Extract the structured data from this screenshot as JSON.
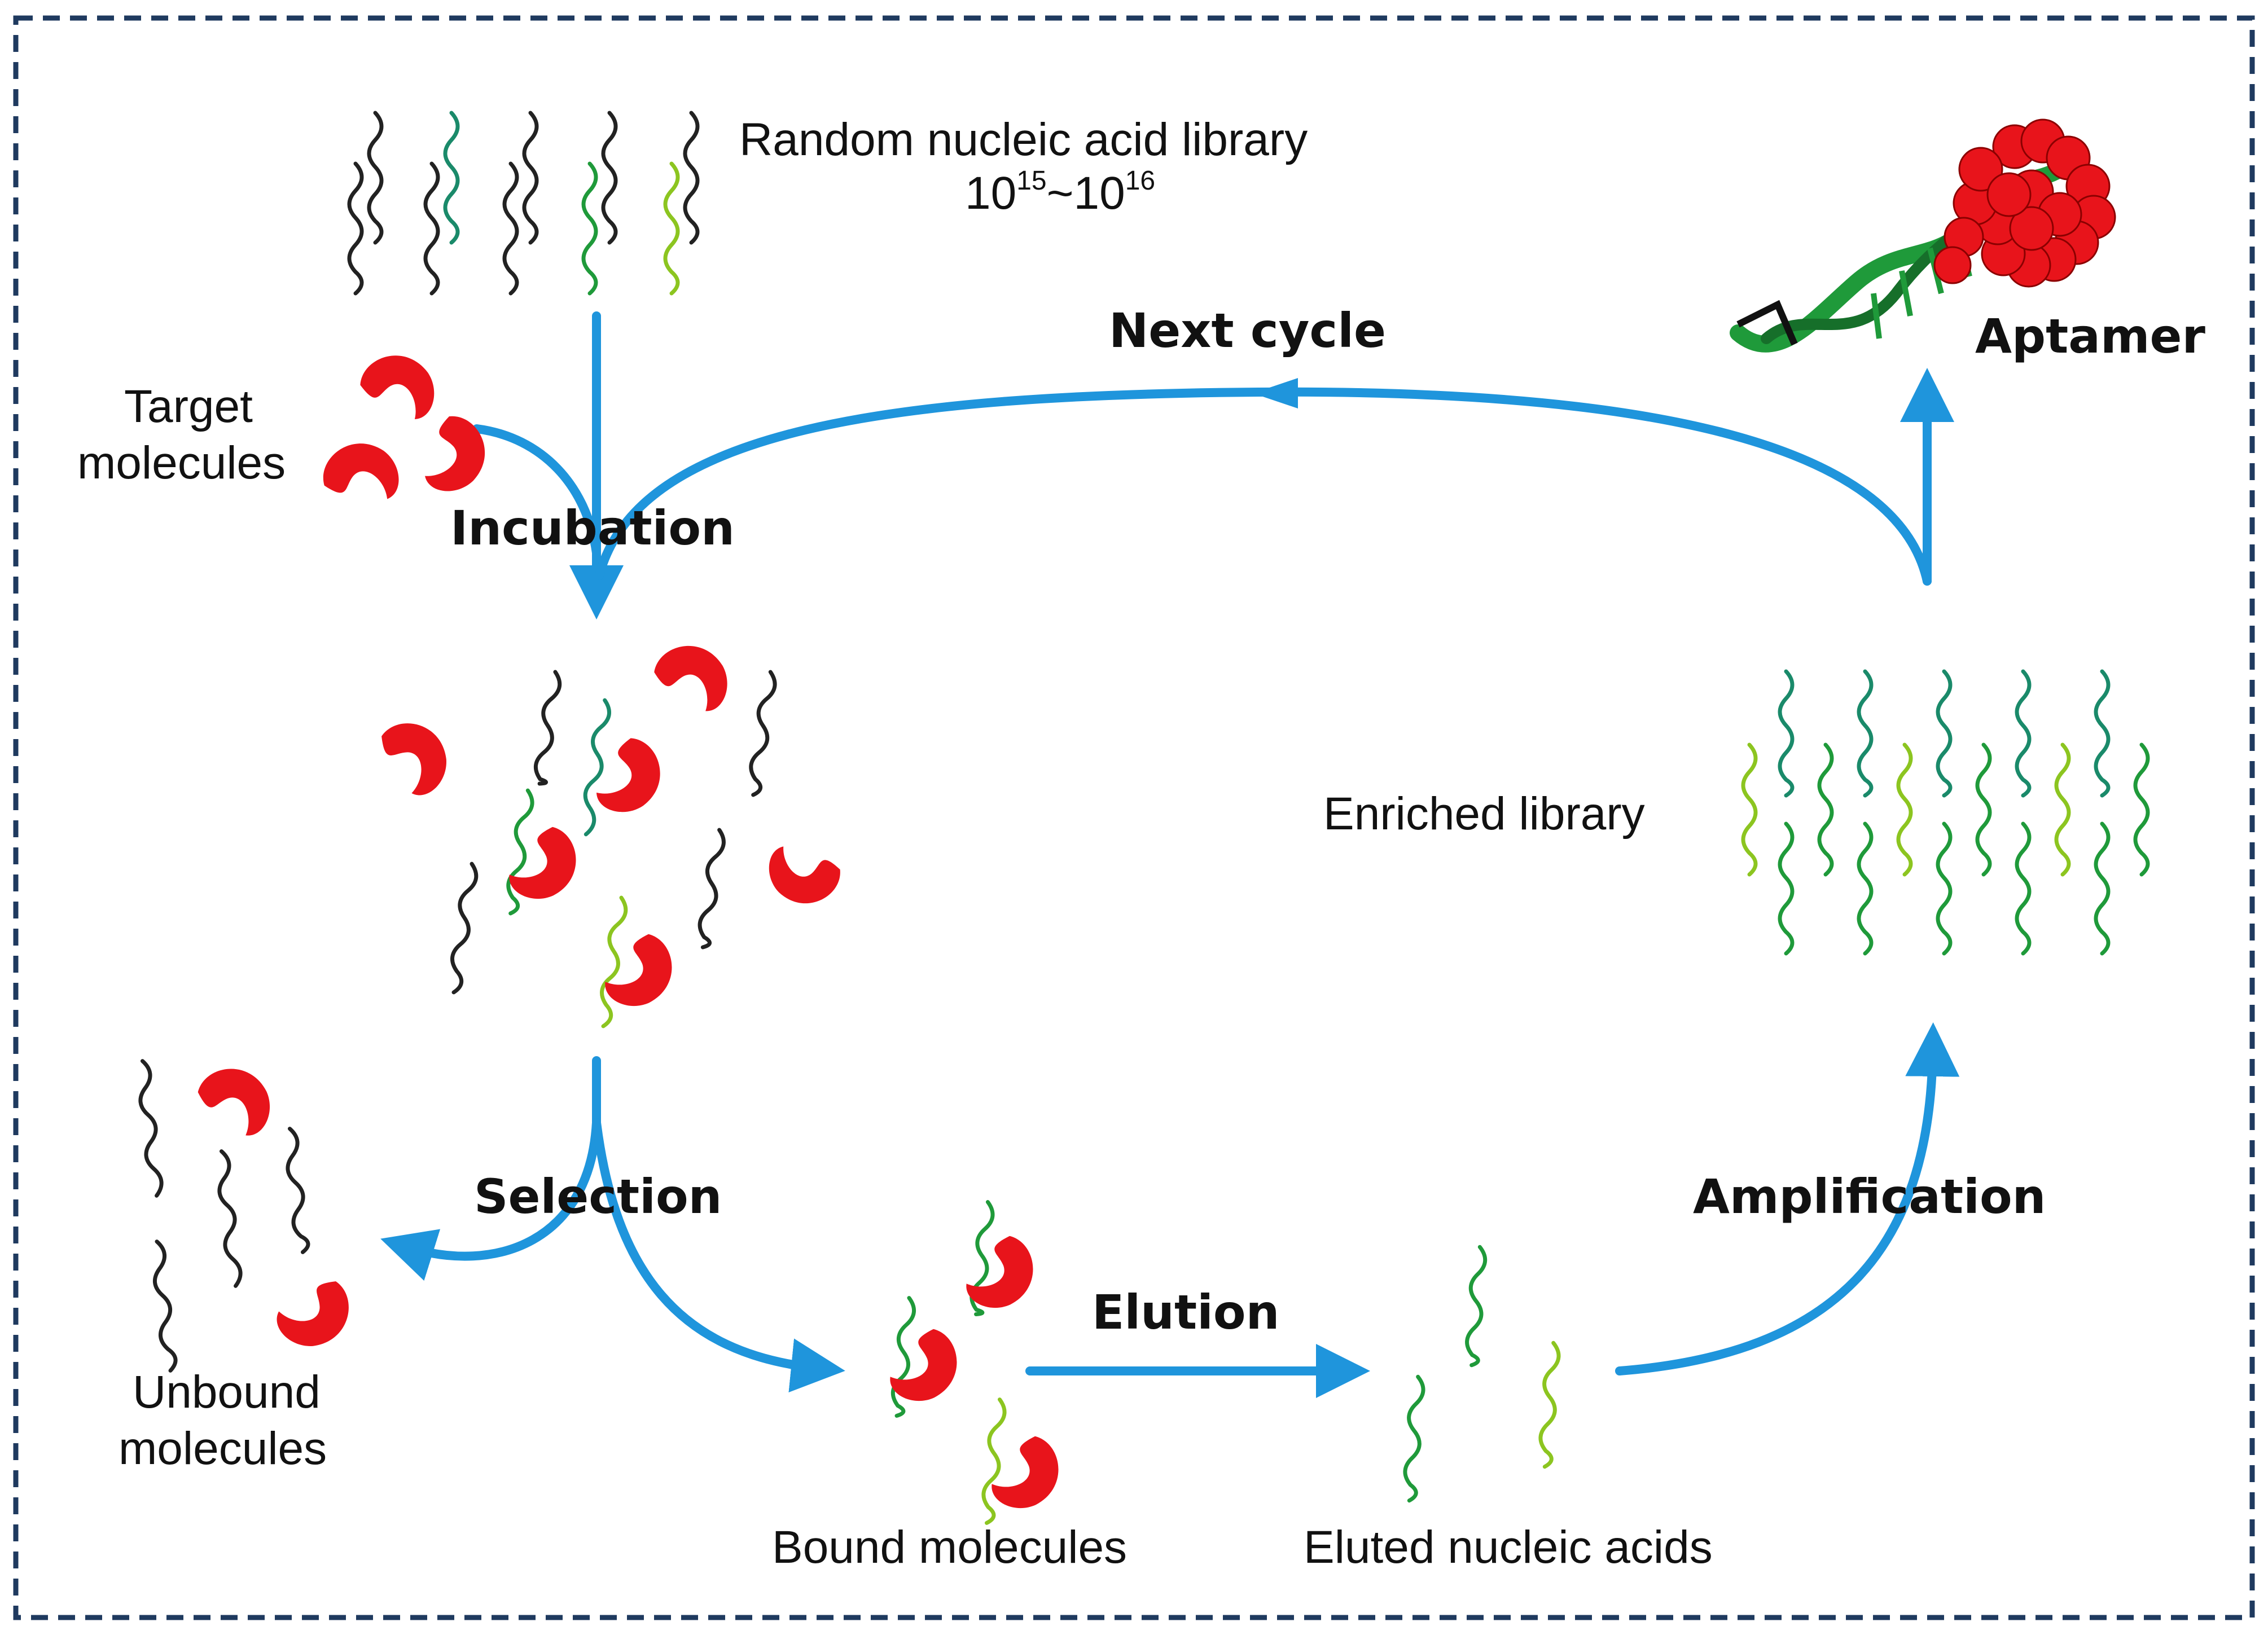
{
  "labels": {
    "library_title": "Random nucleic acid library",
    "library_size_a": "10",
    "library_size_a_exp": "15",
    "library_size_sep": "~",
    "library_size_b": "10",
    "library_size_b_exp": "16",
    "target_line1": "Target",
    "target_line2": "molecules",
    "unbound_line1": "Unbound",
    "unbound_line2": "molecules",
    "bound": "Bound molecules",
    "eluted": "Eluted nucleic acids",
    "enriched": "Enriched library",
    "aptamer": "Aptamer"
  },
  "steps": {
    "next_cycle": "Next cycle",
    "incubation": "Incubation",
    "selection": "Selection",
    "elution": "Elution",
    "amplification": "Amplification"
  },
  "colors": {
    "arrow": "#1f95dc",
    "target": "#e8141b",
    "strand_black": "#222222",
    "strand_teal": "#1a8a6a",
    "strand_green": "#1f9a3a",
    "strand_lime": "#8cc520",
    "frame": "#1f3a5f"
  }
}
